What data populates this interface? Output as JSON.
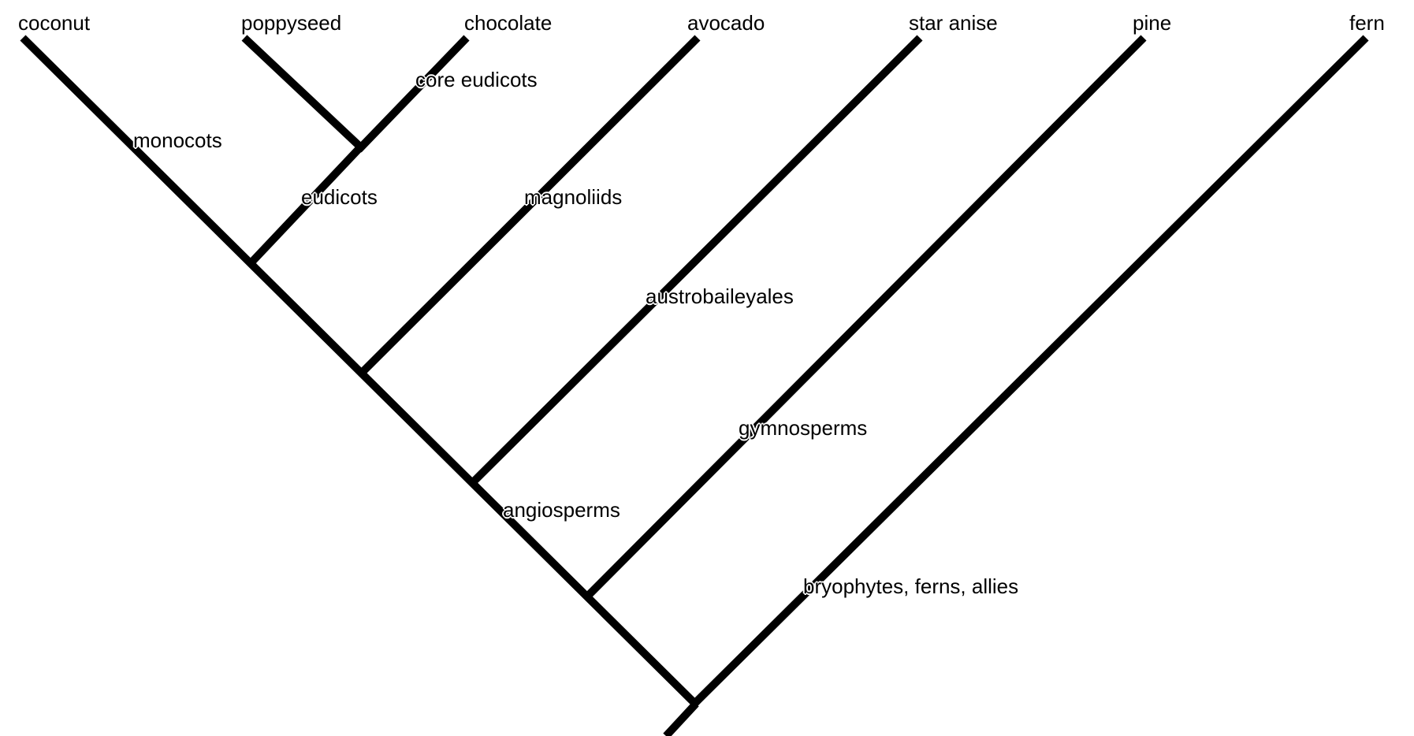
{
  "title": "Plant phylogeny",
  "tips": [
    "coconut",
    "poppyseed",
    "chocolate",
    "avocado",
    "star anise",
    "pine",
    "fern"
  ],
  "clades": {
    "core_eudicots": "core eudicots",
    "monocots": "monocots",
    "eudicots": "eudicots",
    "magnoliids": "magnoliids",
    "austrobaileyales": "austrobaileyales",
    "gymnosperms": "gymnosperms",
    "angiosperms": "angiosperms",
    "bryophytes": "bryophytes, ferns, allies"
  },
  "line_color": "#000000"
}
